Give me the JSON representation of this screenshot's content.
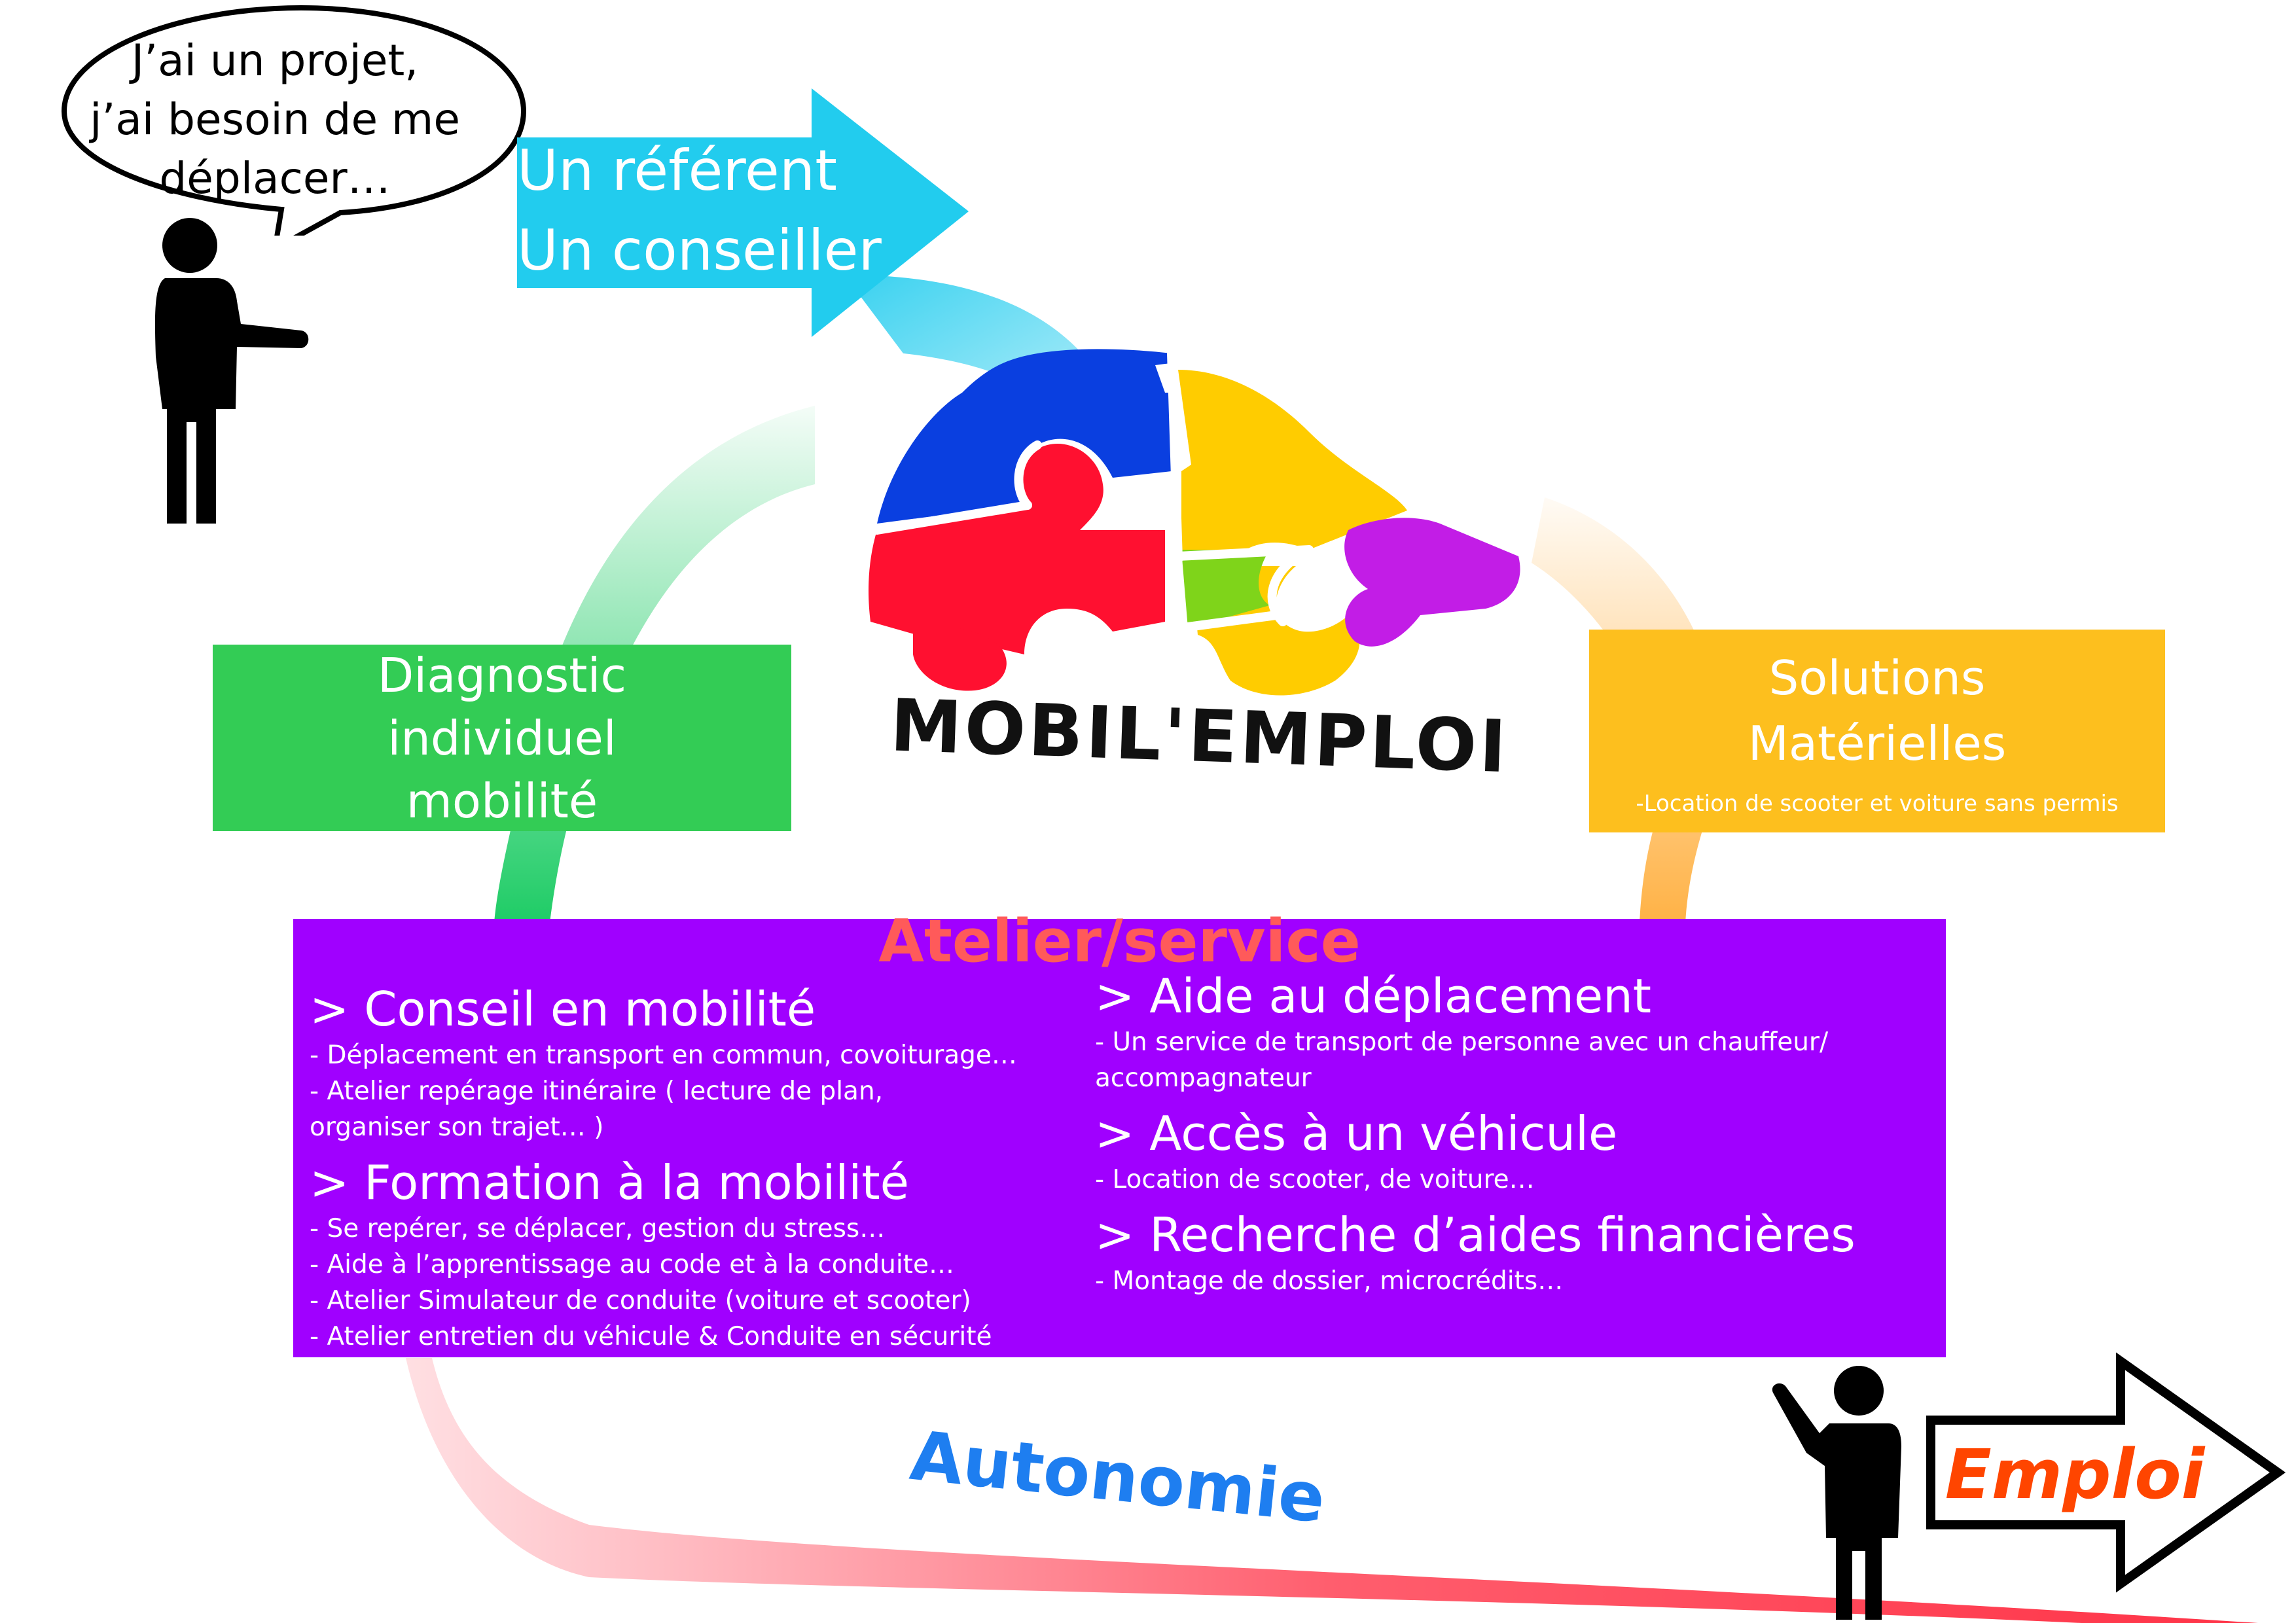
{
  "speech_bubble": {
    "lines": [
      "J’ai un projet,",
      "j’ai besoin de me",
      "déplacer…"
    ]
  },
  "referent_arrow": {
    "lines": [
      "Un référent",
      "Un conseiller"
    ],
    "color": "#22ccee"
  },
  "logo": {
    "text": "MOBIL'EMPLOI"
  },
  "diagnostic_box": {
    "lines": [
      "Diagnostic",
      "individuel",
      "mobilité"
    ],
    "color": "#33cc55"
  },
  "solutions_box": {
    "lines": [
      "Solutions",
      "Matérielles"
    ],
    "note": "-Location de scooter et voiture sans permis",
    "color": "#fdbf1e"
  },
  "atelier": {
    "title": "Atelier/service",
    "color": "#a000ff",
    "title_color": "#ff5a5a",
    "left_column": [
      {
        "title": "> Conseil en mobilité",
        "items": [
          "- Déplacement en transport en commun, covoiturage…",
          "- Atelier repérage itinéraire ( lecture de plan,",
          "organiser son trajet… )"
        ]
      },
      {
        "title": "> Formation à la mobilité",
        "items": [
          "- Se repérer, se déplacer, gestion du stress…",
          "- Aide à l’apprentissage au code et à la conduite…",
          "- Atelier Simulateur de conduite (voiture et scooter)",
          "- Atelier entretien du véhicule & Conduite en sécurité"
        ]
      }
    ],
    "right_column": [
      {
        "title": "> Aide au déplacement",
        "items": [
          "-  Un service de transport de personne avec un chauffeur/",
          "accompagnateur"
        ]
      },
      {
        "title": "> Accès à un véhicule",
        "items": [
          "- Location de scooter, de voiture…"
        ]
      },
      {
        "title": "> Recherche d’aides financières",
        "items": [
          "- Montage de dossier, microcrédits…"
        ]
      }
    ]
  },
  "autonomie": {
    "text": "Autonomie",
    "color": "#1e7ef0"
  },
  "emploi": {
    "text": "Emploi",
    "color": "#ff4500"
  },
  "car_colors": {
    "blue": "#0a3fe0",
    "red": "#ff1030",
    "yellow": "#ffcc00",
    "green": "#7fd41a",
    "purple": "#c21de6"
  }
}
